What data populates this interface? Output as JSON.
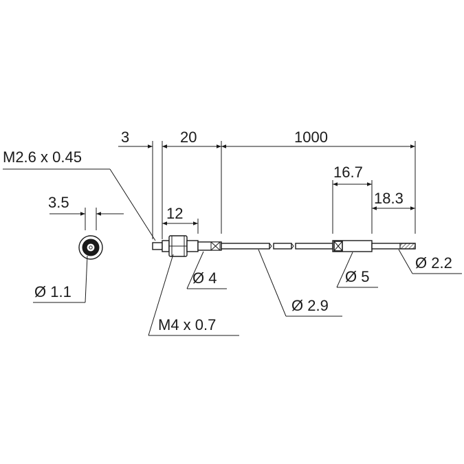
{
  "labels": {
    "thread_tip": "M2.6 x 0.45",
    "thread_body": "M4 x 0.7",
    "dim_3": "3",
    "dim_20": "20",
    "dim_1000": "1000",
    "dim_12": "12",
    "dim_16_7": "16.7",
    "dim_18_3": "18.3",
    "dim_3_5": "3.5",
    "dia_1_1": "Ø 1.1",
    "dia_4": "Ø 4",
    "dia_2_9": "Ø 2.9",
    "dia_5": "Ø 5",
    "dia_2_2": "Ø 2.2"
  }
}
